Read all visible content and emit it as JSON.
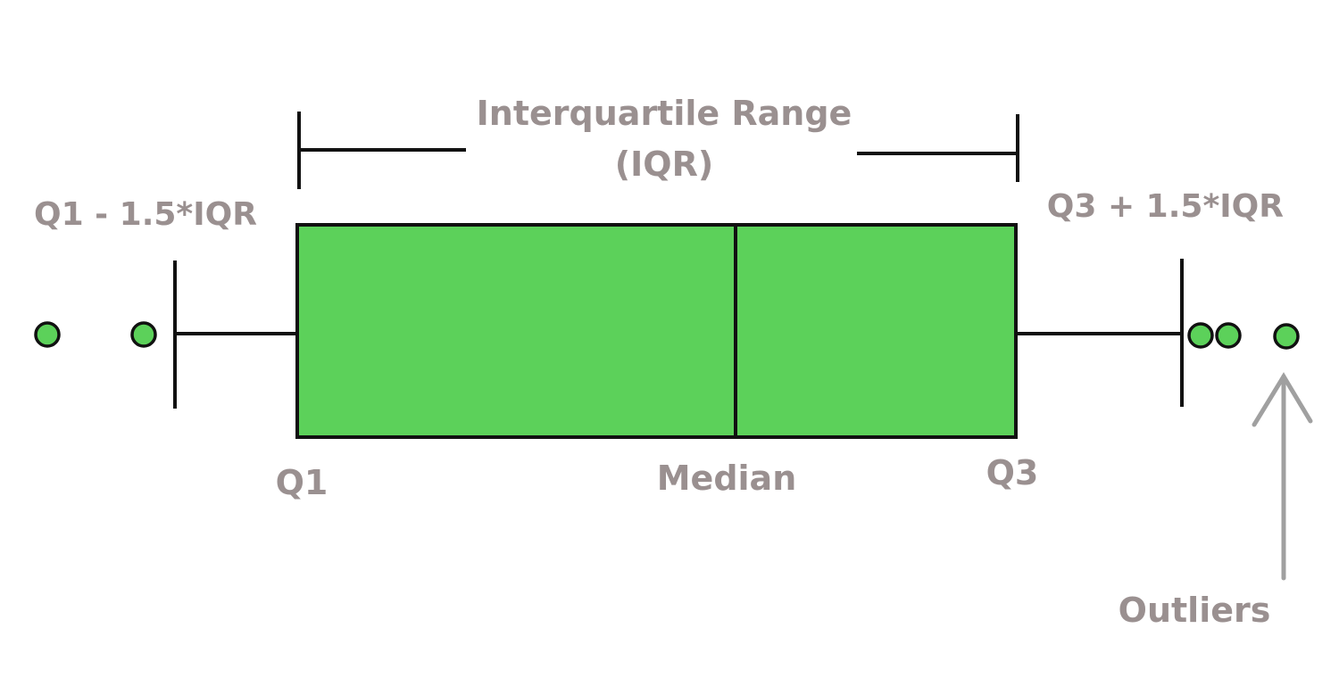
{
  "colors": {
    "box_fill": "#5cd15a",
    "stroke": "#111111",
    "label": "#9a9090",
    "arrow": "#a0a0a0",
    "background": "#ffffff"
  },
  "labels": {
    "iqr_line1": "Interquartile Range",
    "iqr_line2": "(IQR)",
    "lower_fence": "Q1 - 1.5*IQR",
    "upper_fence": "Q3 + 1.5*IQR",
    "q1": "Q1",
    "median": "Median",
    "q3": "Q3",
    "outliers": "Outliers"
  },
  "outlier_points": {
    "low_count": 2,
    "high_count": 3
  },
  "icons": {
    "outlier_pointer": "up-arrow-icon"
  }
}
